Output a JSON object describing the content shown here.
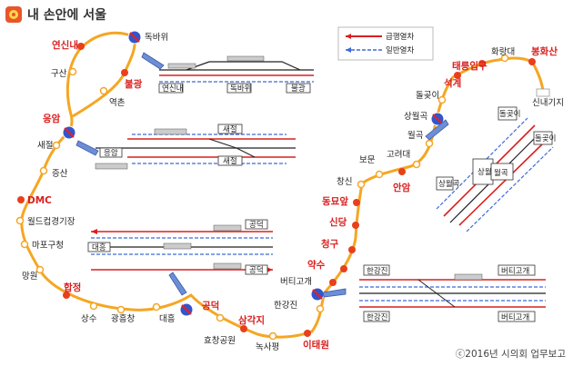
{
  "header": {
    "title": "내 손안에 서울"
  },
  "legend": {
    "express": "급행열차",
    "local": "일반열차"
  },
  "stations": {
    "dokbawi": "독바위",
    "yeonsinnae": "연신내",
    "gusan": "구산",
    "bulgwang": "불광",
    "yeokchon": "역촌",
    "eungam": "응암",
    "saejeol": "새절",
    "jeungsan": "증산",
    "dmc": "DMC",
    "worldcup": "월드컵경기장",
    "mapo": "마포구청",
    "mangwon": "망원",
    "hapjeong": "합정",
    "sangsu": "상수",
    "gwangheung": "광흥창",
    "daeheung": "대흥",
    "gongdeok": "공덕",
    "hyochang": "효창공원",
    "samgakji": "삼각지",
    "noksapyeong": "녹사평",
    "itaewon": "이태원",
    "hangangjin": "한강진",
    "beoti": "버티고개",
    "yaksu": "약수",
    "cheonggu": "청구",
    "sindang": "신당",
    "dongmyo": "동묘앞",
    "changsin": "창신",
    "bomun": "보문",
    "anam": "안암",
    "korea": "고려대",
    "wolgok": "월곡",
    "sangwolgok": "상월곡",
    "dolgoji": "돌곶이",
    "seokgye": "석계",
    "taereung": "태릉입구",
    "hwarangdae": "화랑대",
    "bonghwasan": "봉화산",
    "sinnae": "신내기지"
  },
  "insets": {
    "a": {
      "labels": [
        "연신내",
        "독바위",
        "불광"
      ]
    },
    "b": {
      "labels": [
        "응암",
        "새절",
        "새절"
      ]
    },
    "c": {
      "labels": [
        "대흥",
        "공덕",
        "공덕"
      ]
    },
    "d": {
      "labels": [
        "한강진",
        "버티고개",
        "한강진",
        "버티고개"
      ]
    },
    "e": {
      "labels": [
        "상월곡",
        "월곡",
        "상월곡",
        "돌곶이",
        "돌곶이"
      ]
    }
  },
  "footer": {
    "copyright": "ⓒ2016년 시의회 업무보고"
  }
}
